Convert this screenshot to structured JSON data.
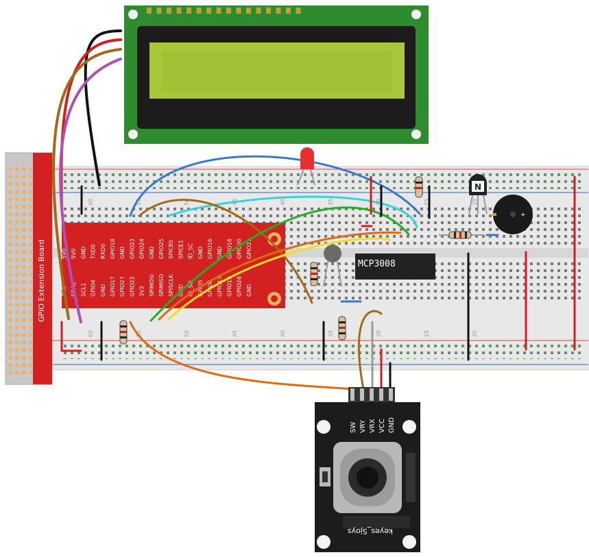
{
  "extension_board": {
    "title": "GPIO Extension Board",
    "pins_row_top": [
      "5V0",
      "5V0",
      "GND",
      "TXD0",
      "RXD0",
      "GPIO18",
      "GND",
      "GPIO23",
      "GPIO24",
      "GND",
      "GPIO25",
      "SPICE0",
      "SPICE1",
      "ID_SC",
      "GND",
      "GPIO16",
      "GND",
      "GPIO16",
      "GPIO20",
      "GPIO21"
    ],
    "pins_row_bottom": [
      "3V3",
      "SDA1",
      "SCL1",
      "GPIO4",
      "GND",
      "GPIO17",
      "GPIO27",
      "GPIO22",
      "3V3",
      "SPIMOSI",
      "SPIMISO",
      "SPISCLK",
      "GND",
      "ID_SD",
      "GPIO5",
      "GPIO6",
      "GPIO13",
      "GPIO19",
      "GPIO26",
      "GND"
    ]
  },
  "chip": {
    "label": "MCP3008"
  },
  "transistor": {
    "label": "N"
  },
  "breadboard": {
    "col_numbers": [
      "60",
      "55",
      "50",
      "45",
      "40",
      "35",
      "30",
      "25",
      "20"
    ]
  },
  "joystick": {
    "pins": [
      "SW",
      "VRY",
      "VRX",
      "VCC",
      "GND"
    ],
    "label": "keyes_Sjoys"
  },
  "colors": {
    "lcd_board": "#2e8b2e",
    "lcd_screen": "#a8c83a",
    "ext_board": "#d32020",
    "wire_blue": "#3a78c8",
    "wire_cyan": "#33d6d6",
    "wire_green": "#1fb11f",
    "wire_yellow": "#f0e01a",
    "wire_orange": "#e06a12",
    "wire_brown": "#a26a16",
    "wire_red": "#d41e1e",
    "wire_black": "#111111"
  }
}
